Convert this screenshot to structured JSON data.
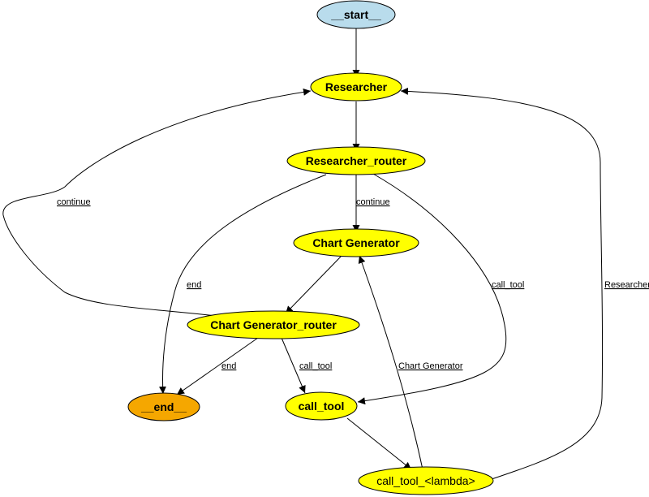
{
  "colors": {
    "start_fill": "#b9dcec",
    "node_fill": "#ffff00",
    "end_fill": "#f5a700",
    "stroke": "#000000"
  },
  "nodes": {
    "start": "__start__",
    "researcher": "Researcher",
    "researcher_router": "Researcher_router",
    "chart_generator": "Chart Generator",
    "chart_generator_router": "Chart Generator_router",
    "end": "__end__",
    "call_tool": "call_tool",
    "call_tool_lambda": "call_tool_<lambda>"
  },
  "edge_labels": {
    "cgr_to_researcher": "continue",
    "rr_to_chart_generator": "continue",
    "rr_to_end": "end",
    "rr_to_call_tool": "call_tool",
    "lambda_to_researcher": "Researcher",
    "cgr_to_end": "end",
    "cgr_to_call_tool": "call_tool",
    "lambda_to_chart_generator": "Chart Generator"
  }
}
